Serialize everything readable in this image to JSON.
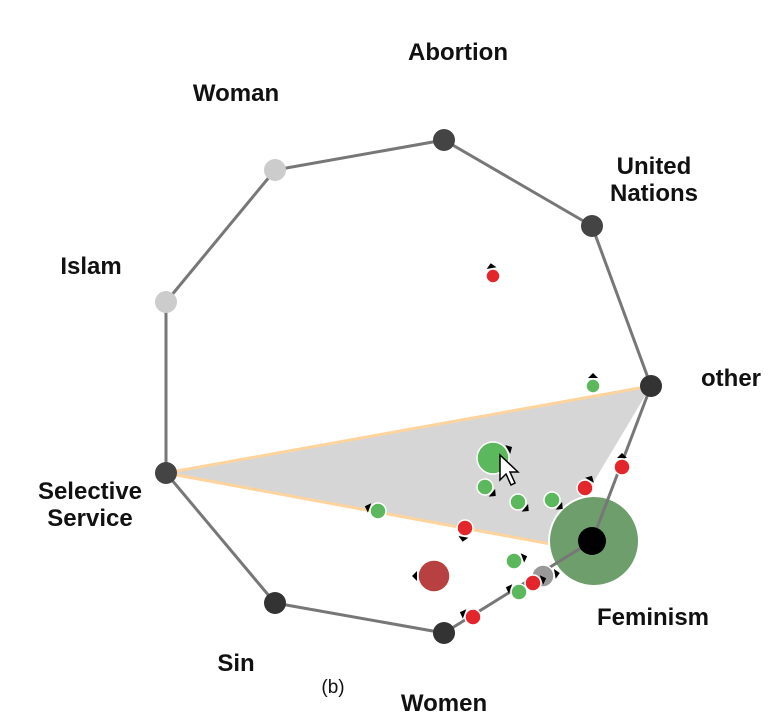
{
  "nodes": [
    {
      "id": "abortion",
      "label": [
        "Abortion"
      ],
      "color": "#444444"
    },
    {
      "id": "united-nations",
      "label": [
        "United",
        "Nations"
      ],
      "color": "#444444"
    },
    {
      "id": "other",
      "label": [
        "other"
      ],
      "color": "#333333"
    },
    {
      "id": "feminism",
      "label": [
        "Feminism"
      ],
      "color": "#000000"
    },
    {
      "id": "women",
      "label": [
        "Women"
      ],
      "color": "#333333"
    },
    {
      "id": "sin",
      "label": [
        "Sin"
      ],
      "color": "#333333"
    },
    {
      "id": "selective-service",
      "label": [
        "Selective",
        "Service"
      ],
      "color": "#444444"
    },
    {
      "id": "islam",
      "label": [
        "Islam"
      ],
      "color": "#cccccc"
    },
    {
      "id": "woman",
      "label": [
        "Woman"
      ],
      "color": "#cccccc"
    }
  ],
  "caption": "(b)",
  "colors": {
    "positive": "#5cb85c",
    "negative": "#e3262b",
    "neutral": "#999999",
    "big_negative": "#b84040",
    "big_positive": "#6e9e6b",
    "highlight_fill": "#d6d6d6",
    "highlight_edge": "#fdd49e",
    "edge": "#777777"
  }
}
